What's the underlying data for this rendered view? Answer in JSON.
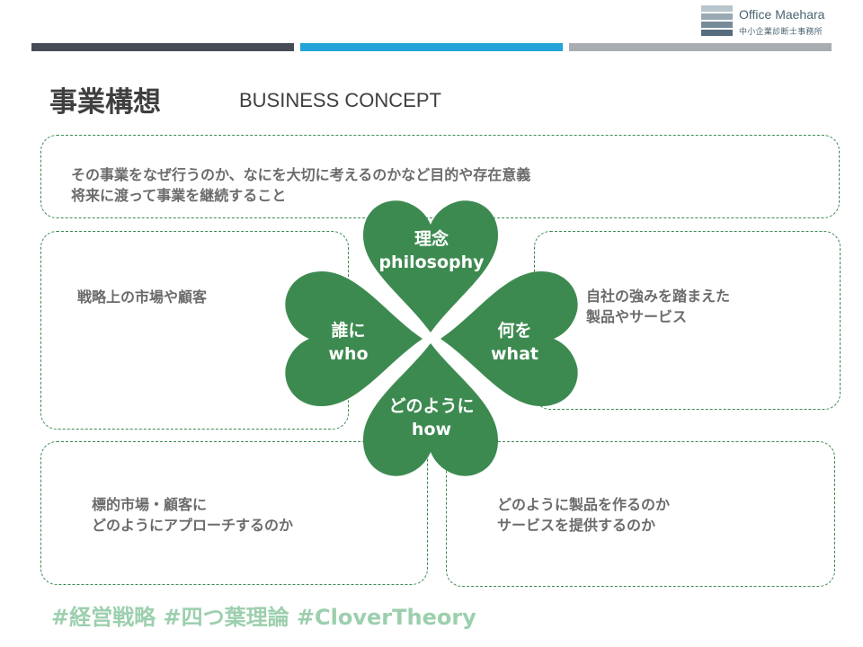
{
  "header": {
    "brand_name": "Office Maehara",
    "brand_sub": "中小企業診断士事務所",
    "bar_colors": [
      "#454c55",
      "#24a3d9",
      "#a9adb1"
    ]
  },
  "title": {
    "jp": "事業構想",
    "en": "BUSINESS CONCEPT"
  },
  "boxes": {
    "top": [
      "その事業をなぜ行うのか、なにを大切に考えるのかなど目的や存在意義",
      "将来に渡って事業を継続すること"
    ],
    "left": [
      "戦略上の市場や顧客"
    ],
    "right": [
      "自社の強みを踏まえた",
      "製品やサービス"
    ],
    "bottom_left": [
      "標的市場・顧客に",
      "どのようにアプローチするのか"
    ],
    "bottom_right": [
      "どのように製品を作るのか",
      "サービスを提供するのか"
    ]
  },
  "clover": {
    "color": "#3d8a50",
    "leaves": {
      "philosophy": [
        "理念",
        "philosophy"
      ],
      "who": [
        "誰に",
        "who"
      ],
      "what": [
        "何を",
        "what"
      ],
      "how": [
        "どのように",
        "how"
      ]
    }
  },
  "footer": {
    "hashtags": "#経営戦略 #四つ葉理論 #CloverTheory",
    "hashtag_color": "#9ccfae"
  }
}
